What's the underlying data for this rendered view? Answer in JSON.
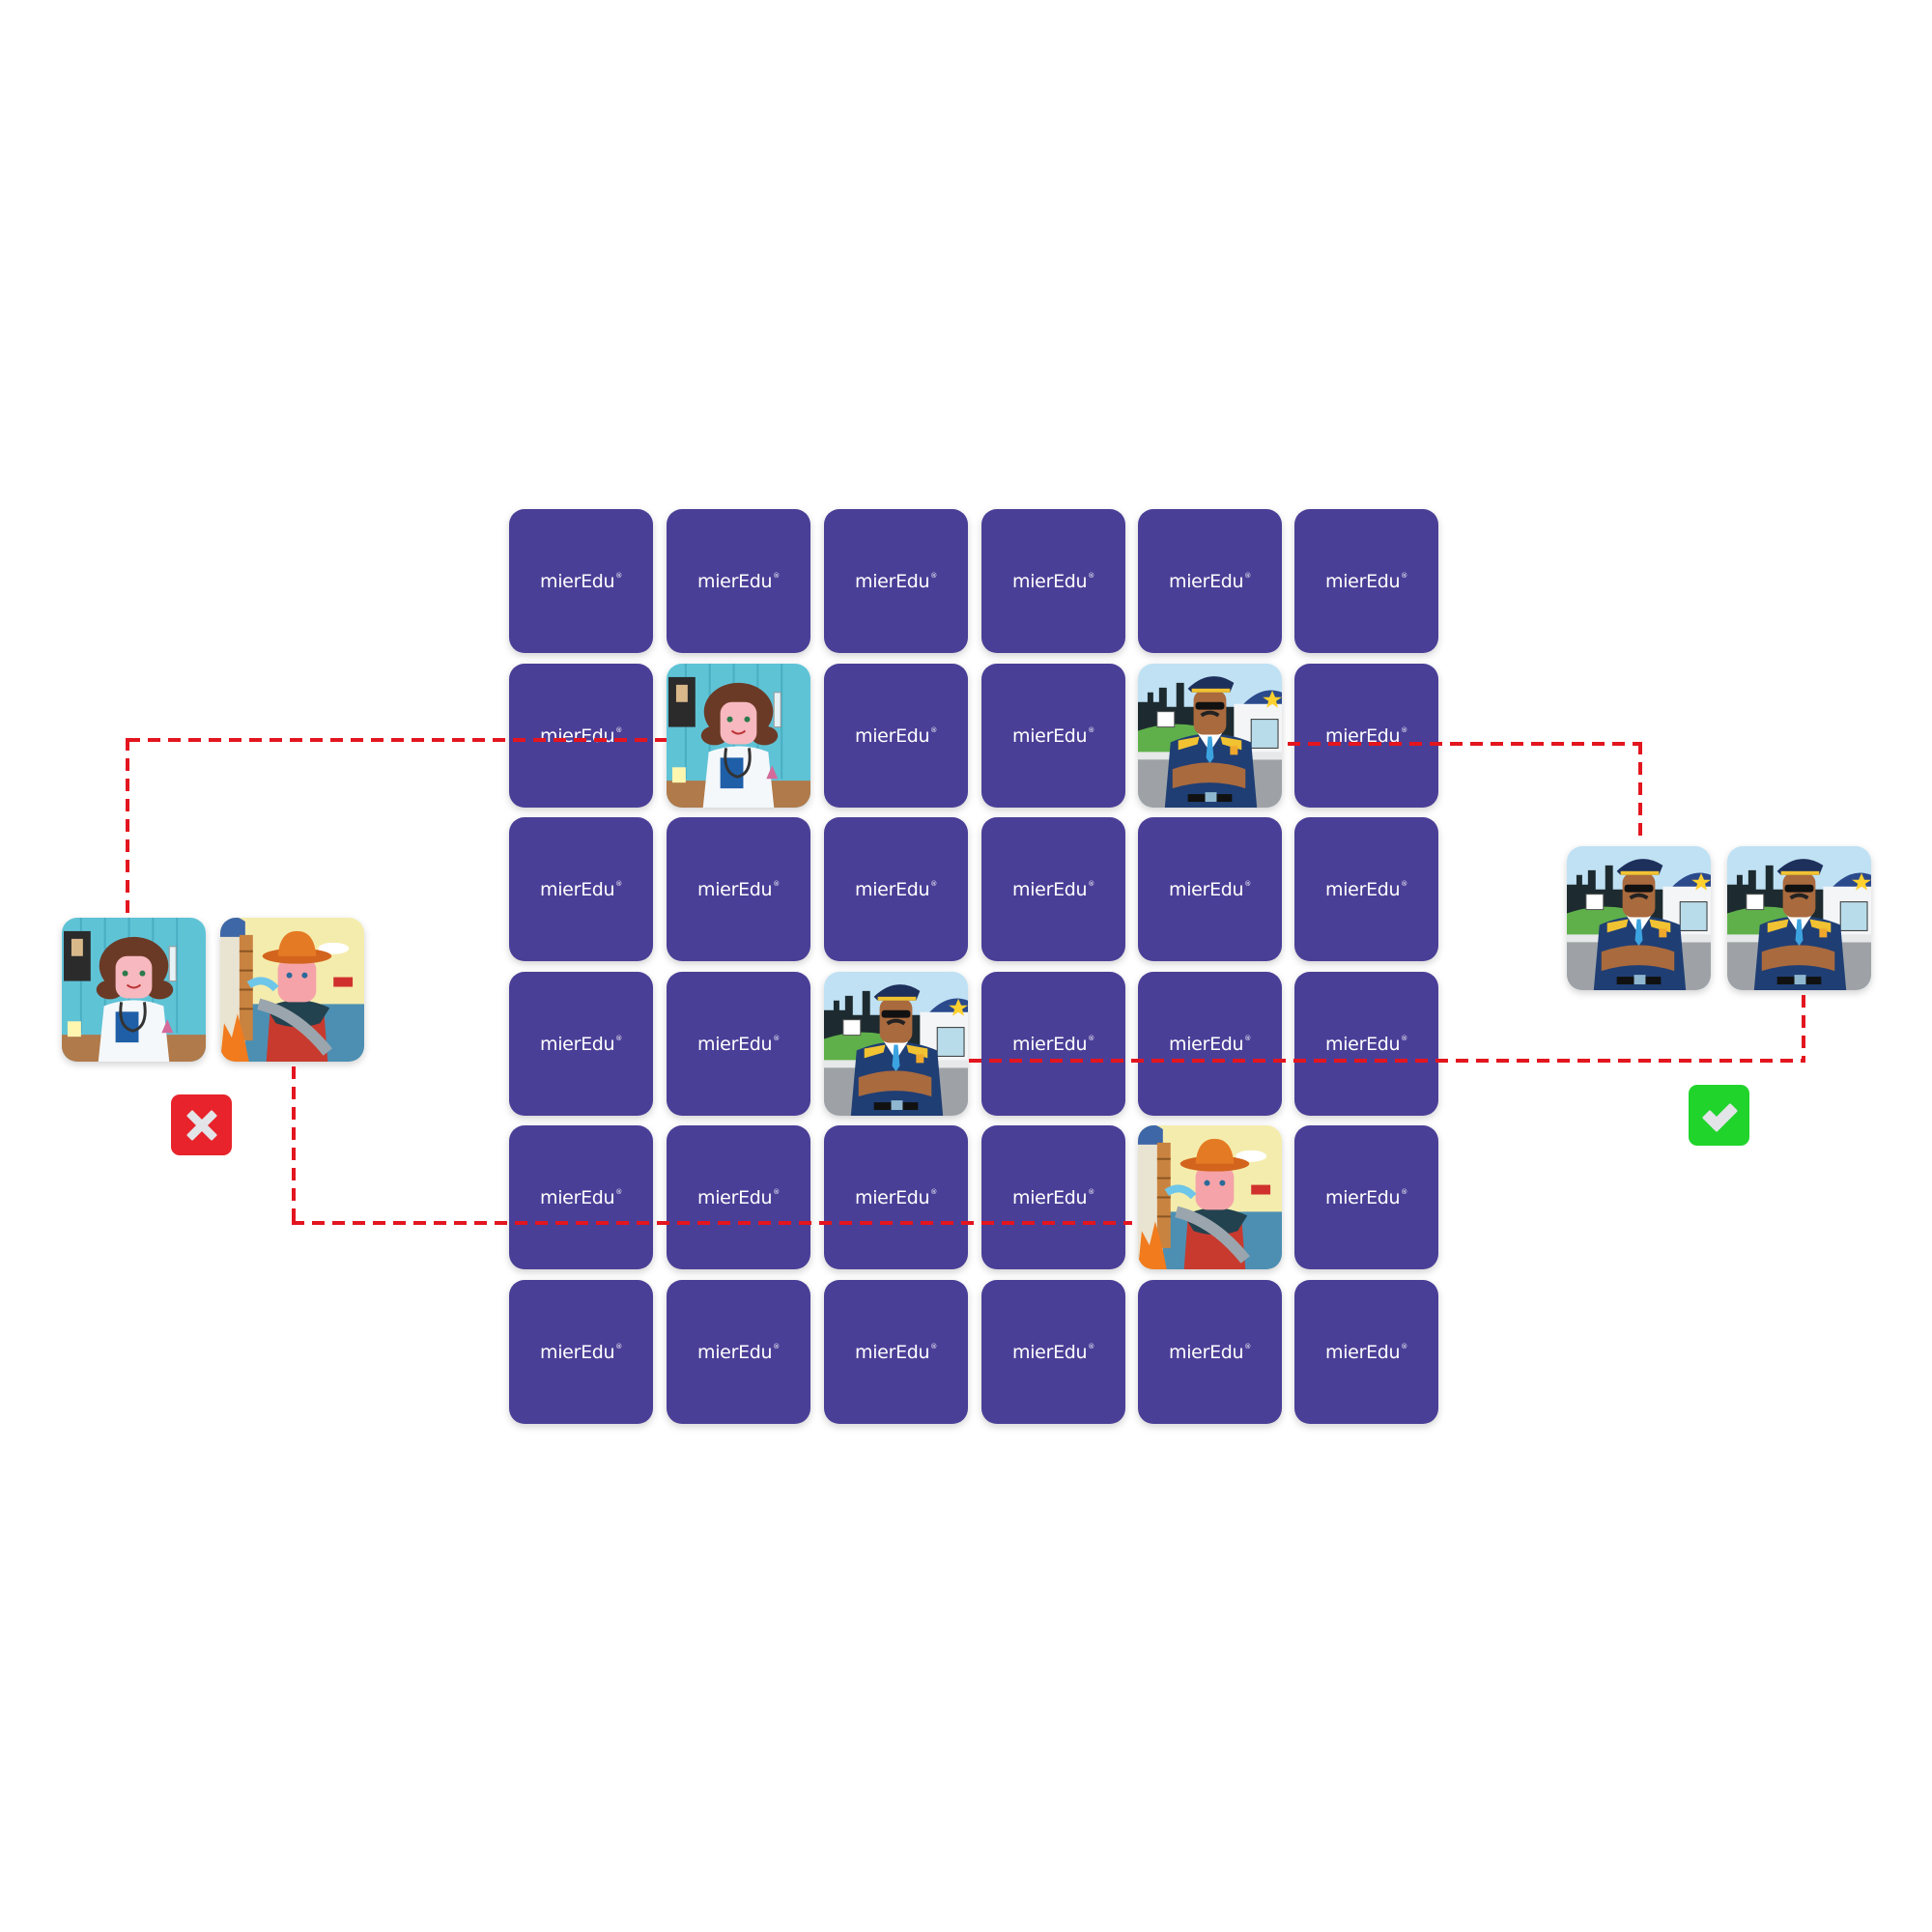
{
  "game": {
    "brand": "mierEdu",
    "brand_mark": "®",
    "card_back_color": "#4a3f97",
    "connector_color": "#e3151f",
    "grid": {
      "rows": 6,
      "cols": 6,
      "face_up": [
        {
          "row": 2,
          "col": 2,
          "card": "doctor"
        },
        {
          "row": 2,
          "col": 5,
          "card": "police"
        },
        {
          "row": 4,
          "col": 3,
          "card": "police"
        },
        {
          "row": 5,
          "col": 5,
          "card": "firefighter"
        }
      ]
    },
    "left_pair": {
      "cards": [
        "doctor",
        "firefighter"
      ],
      "result": "mismatch",
      "result_icon": "x-icon",
      "result_color": "#e8232b"
    },
    "right_pair": {
      "cards": [
        "police",
        "police"
      ],
      "result": "match",
      "result_icon": "checkmark-icon",
      "result_color": "#21d42c"
    }
  }
}
